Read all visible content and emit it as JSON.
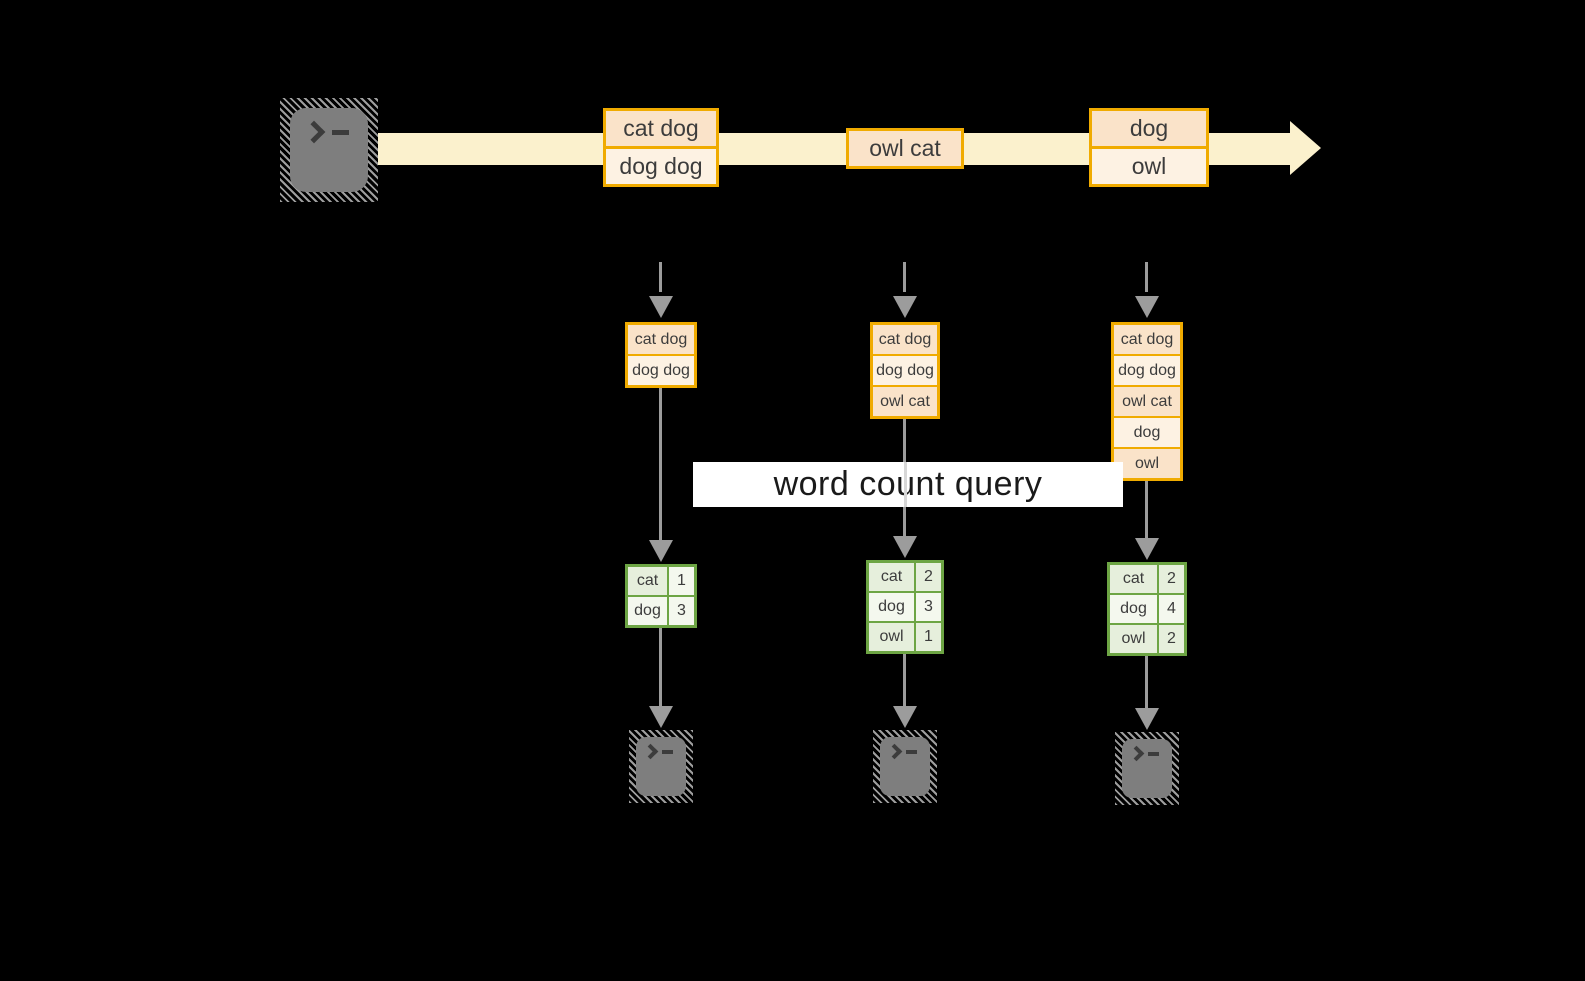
{
  "banner": {
    "label": "word count query"
  },
  "stream": {
    "source_icon": "terminal",
    "messages": [
      {
        "cells": [
          "cat dog",
          "dog dog"
        ]
      },
      {
        "cells": [
          "owl cat"
        ]
      },
      {
        "cells": [
          "dog",
          "owl"
        ]
      }
    ]
  },
  "pipelines": [
    {
      "buffer": [
        "cat dog",
        "dog dog"
      ],
      "counts": [
        {
          "word": "cat",
          "count": "1"
        },
        {
          "word": "dog",
          "count": "3"
        }
      ],
      "sink_icon": "terminal"
    },
    {
      "buffer": [
        "cat dog",
        "dog dog",
        "owl cat"
      ],
      "counts": [
        {
          "word": "cat",
          "count": "2"
        },
        {
          "word": "dog",
          "count": "3"
        },
        {
          "word": "owl",
          "count": "1"
        }
      ],
      "sink_icon": "terminal"
    },
    {
      "buffer": [
        "cat dog",
        "dog dog",
        "owl cat",
        "dog",
        "owl"
      ],
      "counts": [
        {
          "word": "cat",
          "count": "2"
        },
        {
          "word": "dog",
          "count": "4"
        },
        {
          "word": "owl",
          "count": "2"
        }
      ],
      "sink_icon": "terminal"
    }
  ],
  "colors": {
    "background": "#000000",
    "stream_band": "#FBF1CD",
    "record_border": "#F0AB00",
    "record_fill_dark": "#FAE3C9",
    "record_fill_light": "#FDF2E3",
    "table_border": "#6DA544",
    "table_fill_dark": "#E6EFDC",
    "table_fill_light": "#F4F8EE",
    "arrow_gray": "#9C9C9C",
    "banner_bg": "#FFFFFF",
    "terminal_gray": "#7E7E7E"
  }
}
